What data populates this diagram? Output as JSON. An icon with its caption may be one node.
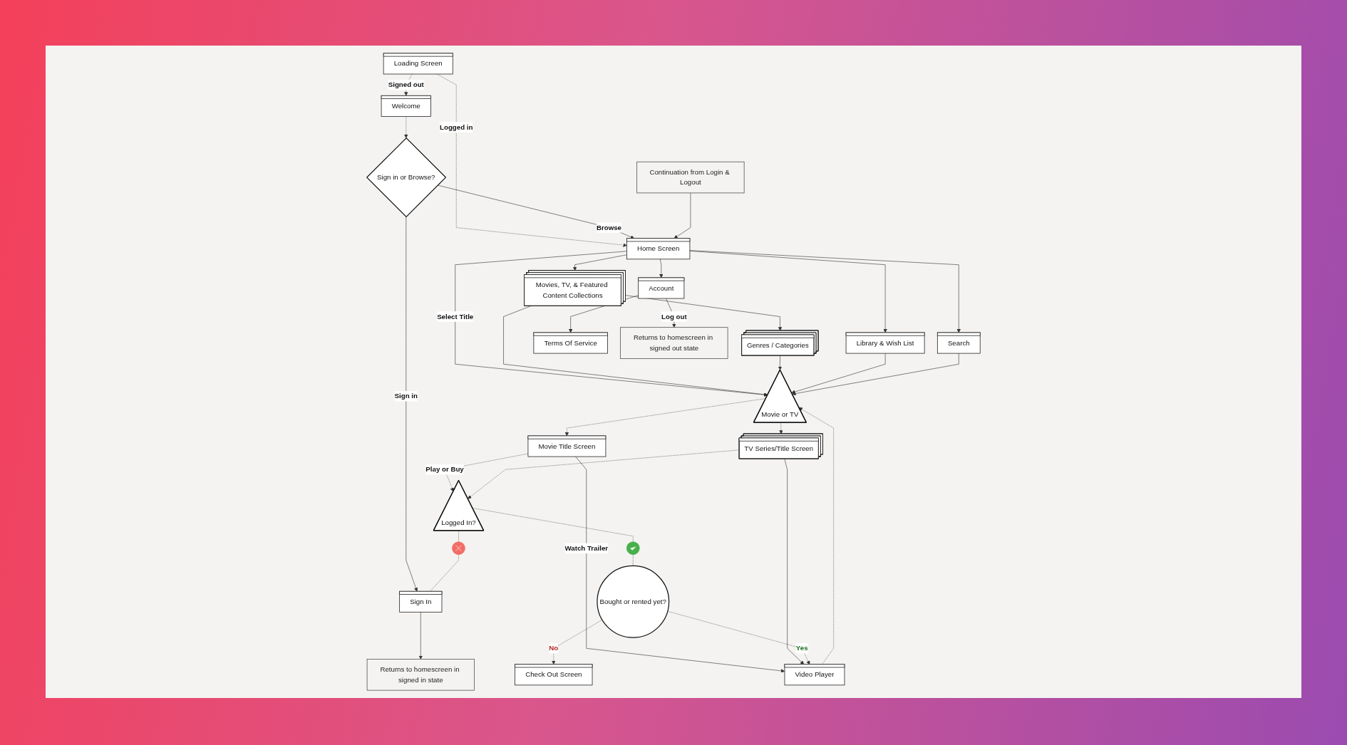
{
  "diagram": {
    "nodes": [
      {
        "text": [
          "Loading Screen"
        ]
      },
      {
        "text": [
          "Home Screen"
        ]
      },
      {
        "text": [
          "Movies, TV, & Featured Content Collections"
        ]
      },
      {
        "text": [
          "Genres / Categories"
        ]
      },
      {
        "text": [
          "Library & Wish List"
        ]
      },
      {
        "text": [
          "Search"
        ]
      },
      {
        "text": [
          "Account"
        ]
      },
      {
        "text": [
          "Welcome"
        ]
      },
      {
        "text": [
          "Sign in or Browse?"
        ]
      },
      {
        "text": [
          "Continuation from Login & Logout"
        ]
      },
      {
        "text": [
          "Movie or TV"
        ]
      },
      {
        "text": [
          "Terms Of Service"
        ]
      },
      {
        "text": [
          "Movie Title Screen"
        ]
      },
      {
        "text": [
          "TV Series/Title Screen"
        ]
      },
      {
        "text": [
          "Returns to homescreen in signed out state"
        ]
      },
      {
        "text": [
          "Sign In"
        ]
      },
      {
        "text": [
          "Logged In?"
        ]
      },
      {
        "text": [
          "Returns to homescreen in signed in state"
        ]
      },
      {
        "text": [],
        "shape": "circle"
      },
      {
        "text": [],
        "shape": "circle"
      },
      {
        "text": [
          "Bought or rented yet?"
        ]
      },
      {
        "text": [
          "Check Out Screen"
        ]
      },
      {
        "text": [
          "Video Player"
        ]
      }
    ],
    "edges": [
      {
        "from": 0,
        "to": 1,
        "arrow": "to",
        "label": "Logged in",
        "style": "dashed"
      },
      {
        "from": 0,
        "to": 7,
        "arrow": "to",
        "label": "Signed out",
        "style": "dashed"
      },
      {
        "from": 1,
        "to": 2,
        "arrow": "to"
      },
      {
        "from": 1,
        "to": 4,
        "arrow": "to"
      },
      {
        "from": 1,
        "to": 5,
        "arrow": "to"
      },
      {
        "from": 1,
        "to": 6,
        "arrow": "to"
      },
      {
        "from": 2,
        "to": 3,
        "arrow": "to"
      },
      {
        "from": 7,
        "to": 8,
        "arrow": "to",
        "style": "dashed"
      },
      {
        "from": 8,
        "to": 1,
        "arrow": "to",
        "label": "Browse"
      },
      {
        "from": 9,
        "to": 1,
        "arrow": "to"
      },
      {
        "from": 8,
        "to": 15,
        "arrow": "to",
        "label": "Sign in"
      },
      {
        "from": 1,
        "to": 10,
        "arrow": "to",
        "label": "Select Title"
      },
      {
        "from": 2,
        "to": 10,
        "arrow": "to"
      },
      {
        "from": 3,
        "to": 10,
        "arrow": "to"
      },
      {
        "from": 4,
        "to": 10,
        "arrow": "to"
      },
      {
        "from": 5,
        "to": 10,
        "arrow": "to"
      },
      {
        "from": 10,
        "to": 12,
        "arrow": "to",
        "style": "dashed"
      },
      {
        "from": 10,
        "to": 13,
        "arrow": "to",
        "style": "dashed"
      },
      {
        "from": 6,
        "to": 11,
        "arrow": "to"
      },
      {
        "from": 6,
        "to": 14,
        "arrow": "to",
        "label": "Log out"
      },
      {
        "from": 15,
        "to": 17,
        "arrow": "to"
      },
      {
        "from": 12,
        "to": 16,
        "arrow": "to",
        "label": "Play or Buy",
        "style": "dashed"
      },
      {
        "from": 13,
        "to": 16,
        "arrow": "to",
        "style": "dashed"
      },
      {
        "from": 12,
        "to": 22,
        "arrow": "to",
        "label": "Watch Trailer"
      },
      {
        "from": 13,
        "to": 22,
        "arrow": "to"
      },
      {
        "from": 16,
        "to": 18,
        "arrow": "none",
        "style": "dashed"
      },
      {
        "from": 18,
        "to": 15,
        "arrow": "none",
        "style": "dashed"
      },
      {
        "from": 16,
        "to": 19,
        "arrow": "none",
        "style": "dashed"
      },
      {
        "from": 19,
        "to": 20,
        "arrow": "none",
        "style": "dashed"
      },
      {
        "from": 20,
        "to": 21,
        "arrow": "to",
        "label": "No",
        "style": "dashed"
      },
      {
        "from": 20,
        "to": 22,
        "arrow": "to",
        "label": "Yes",
        "style": "dashed"
      },
      {
        "from": 22,
        "to": 10,
        "arrow": "to",
        "style": "dashed"
      }
    ]
  }
}
